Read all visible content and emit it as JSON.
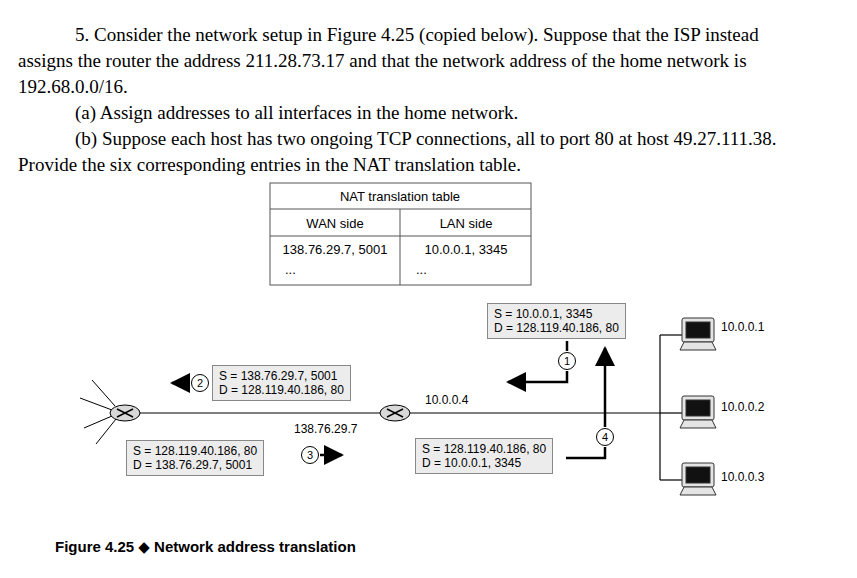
{
  "diagram": {
    "caption": "Figure 4.25 ◆ Network address translation",
    "nodes": [
      {
        "text": [
          "S = 10.0.0.1, 3345",
          "D = 128.119.40.186, 80"
        ]
      },
      {
        "text": [
          "1"
        ]
      },
      {
        "text": [
          "S = 138.76.29.7, 5001",
          "D = 128.119.40.186, 80"
        ]
      },
      {
        "text": [
          "2"
        ]
      },
      {
        "text": [
          "S = 128.119.40.186, 80",
          "D = 10.0.0.1, 3345"
        ]
      },
      {
        "text": [
          "4"
        ]
      },
      {
        "text": [
          "S = 128.119.40.186, 80",
          "D = 138.76.29.7, 5001"
        ]
      },
      {
        "text": [
          "3"
        ]
      }
    ],
    "labels": [
      "5. Consider the network setup in Figure 4.25 (copied below). Suppose that the ISP instead assigns the router the address 211.28.73.17 and that the network address of the home network is 192.68.0.0/16.",
      "(a) Assign addresses to all interfaces in the home network.",
      "(b) Suppose each host has two ongoing TCP connections, all to port 80 at host 49.27.111.38. Provide the six corresponding entries in the NAT translation table.",
      "NAT translation table",
      "WAN side",
      "LAN side",
      "138.76.29.7, 5001",
      "10.0.0.1, 3345",
      "...",
      "...",
      "10.0.0.4",
      "138.76.29.7",
      "10.0.0.1",
      "10.0.0.2",
      "10.0.0.3"
    ]
  }
}
